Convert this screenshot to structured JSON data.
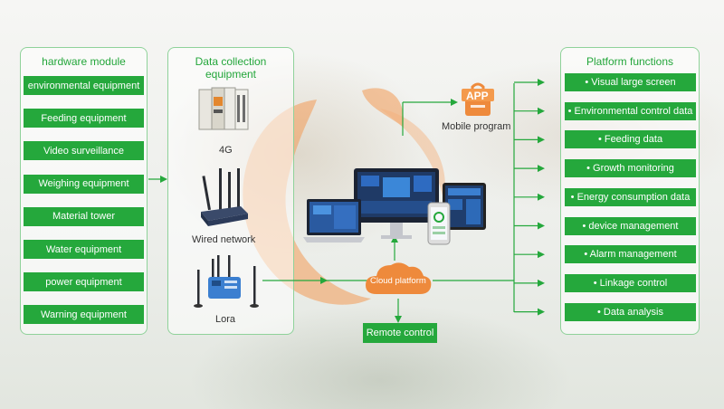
{
  "hardware": {
    "title": "hardware module",
    "items": [
      "environmental equipment",
      "Feeding equipment",
      "Video surveillance",
      "Weighing equipment",
      "Material tower",
      "Water equipment",
      "power equipment",
      "Warning equipment"
    ]
  },
  "collection": {
    "title": "Data collection equipment",
    "devices": [
      "4G",
      "Wired network",
      "Lora"
    ]
  },
  "center": {
    "app_badge": "APP",
    "mobile_label": "Mobile program",
    "cloud_label": "Cloud platform",
    "remote_label": "Remote control"
  },
  "platform": {
    "title": "Platform functions",
    "items": [
      "Visual large screen",
      "Environmental control data",
      "Feeding data",
      "Growth monitoring",
      "Energy consumption data",
      "device management",
      "Alarm management",
      "Linkage control",
      "Data analysis"
    ]
  },
  "colors": {
    "green": "#25a83c",
    "orange": "#ee8a3c",
    "panel_border": "#8fd29a"
  }
}
